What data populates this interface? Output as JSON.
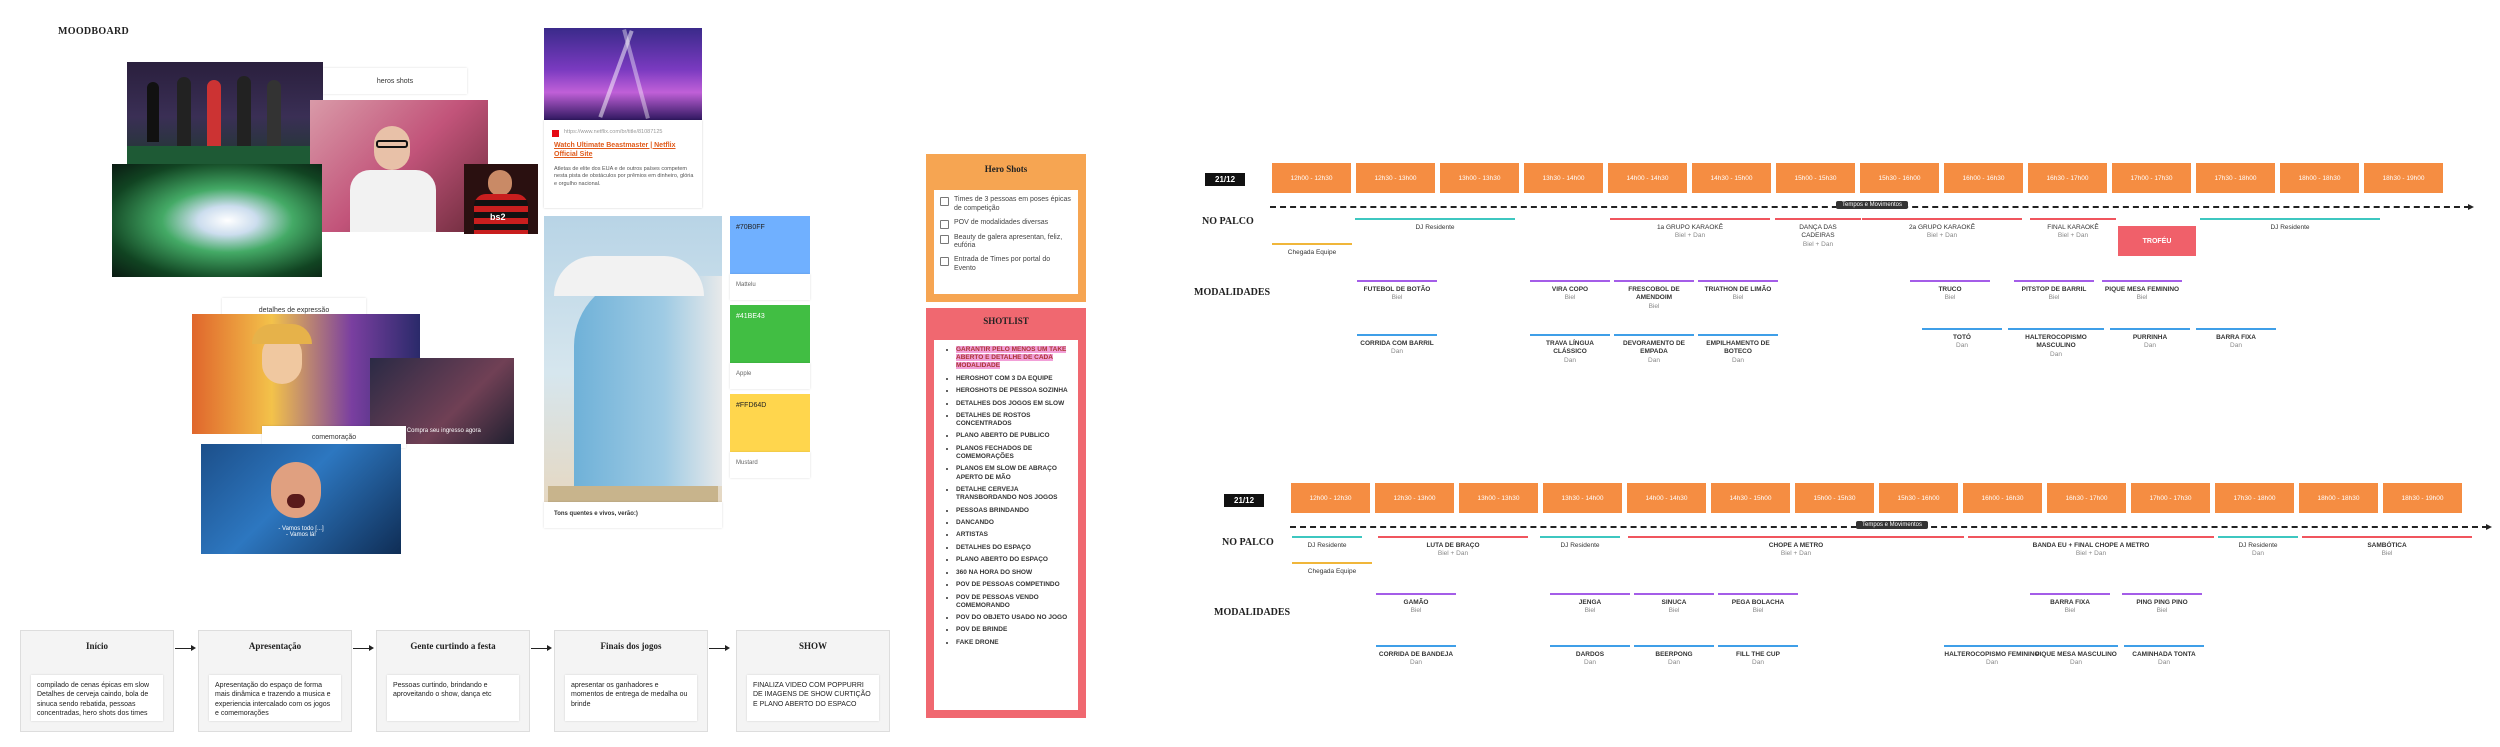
{
  "moodboard": {
    "title": "MOODBOARD",
    "labels": {
      "heros": "heros shots",
      "detalhes": "detalhes de expressão",
      "comemoracao": "comemoração"
    },
    "captions": {
      "vamos": "- Vamos todo [...]\n- Vamos lá!",
      "small": "- Compra seu ingresso agora"
    },
    "link_card": {
      "url": "https://www.netflix.com/br/title/81087125",
      "title": "Watch Ultimate Beastmaster | Netflix Official Site",
      "desc": "Atletas de elite dos EUA e de outros países competem nesta pista de obstáculos por prêmios em dinheiro, glória e orgulho nacional."
    },
    "photo_caption": "Tons quentes e vivos, verão:)",
    "swatches": [
      {
        "hex": "#70B0FF",
        "name": "Mattelu",
        "color": "#70B0FF"
      },
      {
        "hex": "#41BE43",
        "name": "Apple",
        "color": "#41BE43"
      },
      {
        "hex": "#FFD64D",
        "name": "Mustard",
        "color": "#FFD64D"
      }
    ]
  },
  "flow": [
    {
      "title": "Início",
      "body": "compilado de cenas épicas em slow Detalhes de cerveja caindo, bola de sinuca sendo rebatida, pessoas concentradas, hero shots dos times"
    },
    {
      "title": "Apresentação",
      "body": "Apresentação do espaço de forma mais dinâmica e trazendo a musica e experiencia intercalado com os jogos e comemorações"
    },
    {
      "title": "Gente curtindo a festa",
      "body": "Pessoas curtindo, brindando e aproveitando o show, dança etc"
    },
    {
      "title": "Finais dos jogos",
      "body": "apresentar os ganhadores e momentos de entrega de medalha ou brinde"
    },
    {
      "title": "SHOW",
      "body": "FINALIZA VIDEO COM POPPURRI DE IMAGENS DE SHOW CURTIÇÃO E PLANO ABERTO DO ESPACO"
    }
  ],
  "hero_shots": {
    "title": "Hero Shots",
    "items": [
      "Times de 3 pessoas em poses épicas de competição",
      "POV de modalidades diversas",
      "Beauty de galera apresentan, feliz, eufória",
      "Entrada de Times por portal do Evento"
    ]
  },
  "shotlist": {
    "title": "SHOTLIST",
    "items": [
      "GARANTIR PELO MENOS UM TAKE ABERTO E DETALHE DE CADA MODALIDADE",
      "HEROSHOT COM 3 DA EQUIPE",
      "HEROSHOTS DE PESSOA SOZINHA",
      "DETALHES DOS JOGOS EM SLOW",
      "DETALHES DE ROSTOS CONCENTRADOS",
      "PLANO ABERTO DE PUBLICO",
      "PLANOS FECHADOS DE COMEMORAÇÕES",
      "PLANOS EM SLOW DE ABRAÇO APERTO DE MÃO",
      "DETALHE CERVEJA TRANSBORDANDO NOS JOGOS",
      "PESSOAS BRINDANDO",
      "DANCANDO",
      "ARTISTAS",
      "DETALHES DO ESPAÇO",
      "PLANO ABERTO DO ESPAÇO",
      "360 NA HORA DO SHOW",
      "POV DE PESSOAS COMPETINDO",
      "POV DE PESSOAS VENDO COMEMORANDO",
      "POV DO OBJETO USADO NO JOGO",
      "POV DE BRINDE",
      "FAKE DRONE"
    ]
  },
  "schedule1": {
    "date": "21/12",
    "slots": [
      "12h00 - 12h30",
      "12h30 - 13h00",
      "13h00 - 13h30",
      "13h30 - 14h00",
      "14h00 - 14h30",
      "14h30 - 15h00",
      "15h00 - 15h30",
      "15h30 - 16h00",
      "16h00 - 16h30",
      "16h30 - 17h00",
      "17h00 - 17h30",
      "17h30 - 18h00",
      "18h00 - 18h30",
      "18h30 - 19h00"
    ],
    "pill": "Tempos e Movimentos",
    "row_palco": "NO PALCO",
    "row_mod": "MODALIDADES",
    "palco": [
      {
        "name": "DJ Residente",
        "who": "",
        "chegada": "Chegada Equipe"
      },
      {
        "name": "1a GRUPO KARAOKÊ",
        "who": "Biel + Dan"
      },
      {
        "name": "DANÇA DAS CADEIRAS",
        "who": "Biel + Dan"
      },
      {
        "name": "2a GRUPO KARAOKÊ",
        "who": "Biel + Dan"
      },
      {
        "name": "FINAL KARAOKÊ",
        "who": "Biel + Dan"
      },
      {
        "name": "TROFÉU"
      },
      {
        "name": "DJ Residente"
      }
    ],
    "mod_top": [
      {
        "name": "FUTEBOL DE BOTÃO",
        "who": "Biel"
      },
      {
        "name": "VIRA COPO",
        "who": "Biel"
      },
      {
        "name": "FRESCOBOL DE AMENDOIM",
        "who": "Biel"
      },
      {
        "name": "TRIATHON DE LIMÃO",
        "who": "Biel"
      },
      {
        "name": "TRUCO",
        "who": "Biel"
      },
      {
        "name": "PITSTOP DE BARRIL",
        "who": "Biel"
      },
      {
        "name": "PIQUE MESA FEMININO",
        "who": "Biel"
      }
    ],
    "mod_bot": [
      {
        "name": "CORRIDA COM BARRIL",
        "who": "Dan"
      },
      {
        "name": "TRAVA LÍNGUA CLÁSSICO",
        "who": "Dan"
      },
      {
        "name": "DEVORAMENTO DE EMPADA",
        "who": "Dan"
      },
      {
        "name": "EMPILHAMENTO DE BOTECO",
        "who": "Dan"
      },
      {
        "name": "TOTÓ",
        "who": "Dan"
      },
      {
        "name": "HALTEROCOPISMO MASCULINO",
        "who": "Dan"
      },
      {
        "name": "PURRINHA",
        "who": "Dan"
      },
      {
        "name": "BARRA FIXA",
        "who": "Dan"
      }
    ]
  },
  "schedule2": {
    "date": "21/12",
    "slots": [
      "12h00 - 12h30",
      "12h30 - 13h00",
      "13h00 - 13h30",
      "13h30 - 14h00",
      "14h00 - 14h30",
      "14h30 - 15h00",
      "15h00 - 15h30",
      "15h30 - 16h00",
      "16h00 - 16h30",
      "16h30 - 17h00",
      "17h00 - 17h30",
      "17h30 - 18h00",
      "18h00 - 18h30",
      "18h30 - 19h00"
    ],
    "pill": "Tempos e Movimentos",
    "row_palco": "NO PALCO",
    "row_mod": "MODALIDADES",
    "palco": [
      {
        "name": "DJ Residente",
        "chegada": "Chegada Equipe"
      },
      {
        "name": "LUTA DE BRAÇO",
        "who": "Biel + Dan"
      },
      {
        "name": "DJ Residente"
      },
      {
        "name": "CHOPE A METRO",
        "who": "Biel + Dan"
      },
      {
        "name": "BANDA EU + FINAL CHOPE A METRO",
        "who": "Biel + Dan"
      },
      {
        "name": "DJ Residente",
        "who": "Dan"
      },
      {
        "name": "SAMBÓTICA",
        "who": "Biel"
      }
    ],
    "mod_top": [
      {
        "name": "GAMÃO",
        "who": "Biel"
      },
      {
        "name": "JENGA",
        "who": "Biel"
      },
      {
        "name": "SINUCA",
        "who": "Biel"
      },
      {
        "name": "PEGA BOLACHA",
        "who": "Biel"
      },
      {
        "name": "BARRA FIXA",
        "who": "Biel"
      },
      {
        "name": "PING PING PINO",
        "who": "Biel"
      }
    ],
    "mod_bot": [
      {
        "name": "CORRIDA DE BANDEJA",
        "who": "Dan"
      },
      {
        "name": "DARDOS",
        "who": "Dan"
      },
      {
        "name": "BEERPONG",
        "who": "Dan"
      },
      {
        "name": "FILL THE CUP",
        "who": "Dan"
      },
      {
        "name": "HALTEROCOPISMO FEMININO",
        "who": "Dan"
      },
      {
        "name": "PIQUE MESA MASCULINO",
        "who": "Dan"
      },
      {
        "name": "CAMINHADA TONTA",
        "who": "Dan"
      }
    ]
  }
}
